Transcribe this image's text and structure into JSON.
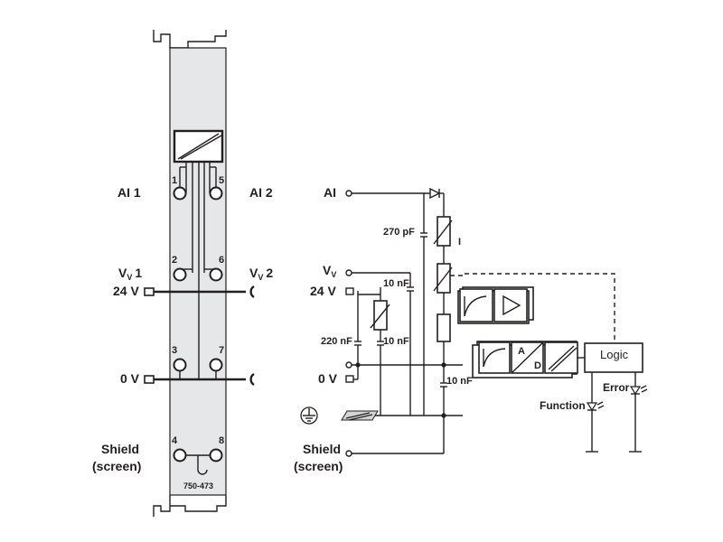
{
  "module": {
    "model": "750-473",
    "left_labels": {
      "ai1": "AI 1",
      "vv1_main": "V",
      "vv1_sub": "V",
      "vv1_num": "1",
      "v24": "24 V",
      "v0": "0 V",
      "shield": "Shield",
      "screen": "(screen)"
    },
    "right_labels": {
      "ai2": "AI 2",
      "vv2_main": "V",
      "vv2_sub": "V",
      "vv2_num": "2"
    },
    "terminals": [
      "1",
      "2",
      "3",
      "4",
      "5",
      "6",
      "7",
      "8"
    ]
  },
  "schematic": {
    "ai": "AI",
    "vv_main": "V",
    "vv_sub": "V",
    "v24": "24 V",
    "v0": "0 V",
    "shield": "Shield",
    "screen": "(screen)",
    "c270": "270 pF",
    "c10a": "10 nF",
    "c220": "220 nF",
    "c10b": "10 nF",
    "c10c": "10 nF",
    "current_symbol": "I",
    "adc_a": "A",
    "adc_d": "D",
    "logic": "Logic",
    "error": "Error",
    "function": "Function"
  }
}
